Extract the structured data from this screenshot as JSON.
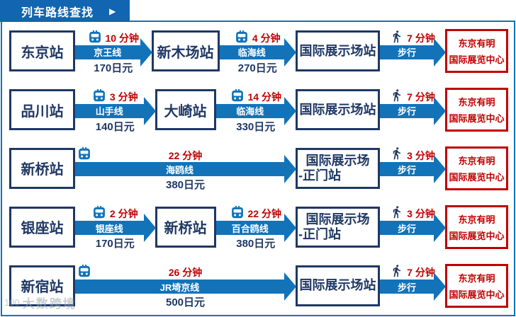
{
  "header": {
    "title": "列车路线查找",
    "arrow_icon": "▶"
  },
  "watermark": {
    "logo": "100",
    "text": "大数跨境"
  },
  "colors": {
    "blue": "#1273b9",
    "header_blue": "#1265b0",
    "navy": "#1f3864",
    "red": "#c00000"
  },
  "rows": [
    {
      "segments": [
        {
          "type": "station",
          "size": "start",
          "label": "东京站"
        },
        {
          "type": "train",
          "icon": "train-icon",
          "time": "10 分钟",
          "line": "京王线",
          "fare": "170日元"
        },
        {
          "type": "station",
          "size": "mid",
          "label": "新木场站"
        },
        {
          "type": "train",
          "icon": "train-icon",
          "time": "4 分钟",
          "line": "临海线",
          "fare": "270日元"
        },
        {
          "type": "station",
          "size": "wide",
          "label": "国际展示场站"
        },
        {
          "type": "walk",
          "icon": "walk-icon",
          "time": "7 分钟",
          "label": "步行"
        },
        {
          "type": "destination",
          "lines": [
            "东京有明",
            "国际展览中心"
          ]
        }
      ]
    },
    {
      "segments": [
        {
          "type": "station",
          "size": "start",
          "label": "品川站"
        },
        {
          "type": "train",
          "icon": "train-icon",
          "time": "3 分钟",
          "line": "山手线",
          "fare": "140日元"
        },
        {
          "type": "station",
          "size": "mid",
          "label": "大崎站"
        },
        {
          "type": "train",
          "icon": "train-icon",
          "time": "14 分钟",
          "line": "临海线",
          "fare": "330日元"
        },
        {
          "type": "station",
          "size": "wide",
          "label": "国际展示场站"
        },
        {
          "type": "walk",
          "icon": "walk-icon",
          "time": "7 分钟",
          "label": "步行"
        },
        {
          "type": "destination",
          "lines": [
            "东京有明",
            "国际展览中心"
          ]
        }
      ]
    },
    {
      "segments": [
        {
          "type": "station",
          "size": "start",
          "label": "新桥站"
        },
        {
          "type": "train",
          "long": true,
          "icon": "train-icon",
          "time": "22 分钟",
          "line": "海鸥线",
          "fare": "380日元"
        },
        {
          "type": "station",
          "size": "wide",
          "lines": [
            "国际展示场",
            "-正门站"
          ]
        },
        {
          "type": "walk",
          "icon": "walk-icon",
          "time": "3 分钟",
          "label": "步行"
        },
        {
          "type": "destination",
          "lines": [
            "东京有明",
            "国际展览中心"
          ]
        }
      ]
    },
    {
      "segments": [
        {
          "type": "station",
          "size": "start",
          "label": "银座站"
        },
        {
          "type": "train",
          "icon": "train-icon",
          "time": "2 分钟",
          "line": "银座线",
          "fare": "170日元"
        },
        {
          "type": "station",
          "size": "mid",
          "label": "新桥站"
        },
        {
          "type": "train",
          "icon": "train-icon",
          "time": "22 分钟",
          "line": "百合鸥线",
          "fare": "380日元"
        },
        {
          "type": "station",
          "size": "wide",
          "lines": [
            "国际展示场",
            "-正门站"
          ]
        },
        {
          "type": "walk",
          "icon": "walk-icon",
          "time": "3 分钟",
          "label": "步行"
        },
        {
          "type": "destination",
          "lines": [
            "东京有明",
            "国际展览中心"
          ]
        }
      ]
    },
    {
      "segments": [
        {
          "type": "station",
          "size": "start",
          "label": "新宿站"
        },
        {
          "type": "train",
          "long": true,
          "icon": "train-icon",
          "time": "26 分钟",
          "line": "JR埼京线",
          "fare": "500日元"
        },
        {
          "type": "station",
          "size": "wide",
          "label": "国际展示场站"
        },
        {
          "type": "walk",
          "icon": "walk-icon",
          "time": "7 分钟",
          "label": "步行"
        },
        {
          "type": "destination",
          "lines": [
            "东京有明",
            "国际展览中心"
          ]
        }
      ]
    }
  ]
}
